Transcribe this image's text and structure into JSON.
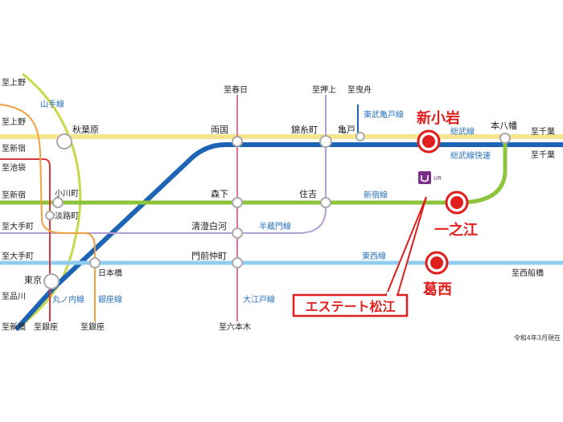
{
  "lines": {
    "yamanote": {
      "name": "山手線",
      "color": "#c8d84a"
    },
    "sobu": {
      "name": "総武線",
      "color": "#f6e58e"
    },
    "sobu_rapid": {
      "name": "総武線快速",
      "color": "#1e64b4"
    },
    "shinjuku": {
      "name": "新宿線",
      "color": "#8cc43c"
    },
    "hanzomon": {
      "name": "半蔵門線",
      "color": "#b4a0d0"
    },
    "tozai": {
      "name": "東西線",
      "color": "#8fcdf0"
    },
    "marunouchi": {
      "name": "丸ノ内線",
      "color": "#d83a3a"
    },
    "ginza": {
      "name": "銀座線",
      "color": "#f0a040"
    },
    "oedo": {
      "name": "大江戸線",
      "color": "#e070a0"
    },
    "tobu_kameido": {
      "name": "東武亀戸線",
      "color": "#1e64b4"
    },
    "jr_green": {
      "name": "",
      "color": "#5ab44a"
    }
  },
  "stations": {
    "akihabara": "秋葉原",
    "ryogoku": "両国",
    "kinshicho": "錦糸町",
    "kameido": "亀戸",
    "shin_koiwa": "新小岩",
    "motoyawata": "本八幡",
    "ogawamachi": "小川町",
    "awajicho": "淡路町",
    "morishita": "森下",
    "sumiyoshi": "住吉",
    "ichinoe": "一之江",
    "kiyosumi": "清澄白河",
    "monzen": "門前仲町",
    "nihonbashi": "日本橋",
    "tokyo": "東京",
    "kasai": "葛西"
  },
  "terminals": {
    "ueno1": "至上野",
    "ueno2": "至上野",
    "shinjuku1": "至新宿",
    "ikebukuro": "至池袋",
    "shinjuku2": "至新宿",
    "otemachi1": "至大手町",
    "otemachi2": "至大手町",
    "shinagawa": "至品川",
    "shinbashi": "至新橋",
    "ginza1": "至銀座",
    "ginza2": "至銀座",
    "roppongi": "至六本木",
    "kasuga": "至春日",
    "oshiage": "至押上",
    "hikifune": "至曳舟",
    "chiba1": "至千葉",
    "chiba2": "至千葉",
    "nishifunabashi": "至西船橋"
  },
  "property": {
    "name": "エステート松江",
    "logo_text": "UR",
    "color": "#e01e1e"
  },
  "note": "令和4年3月現在"
}
